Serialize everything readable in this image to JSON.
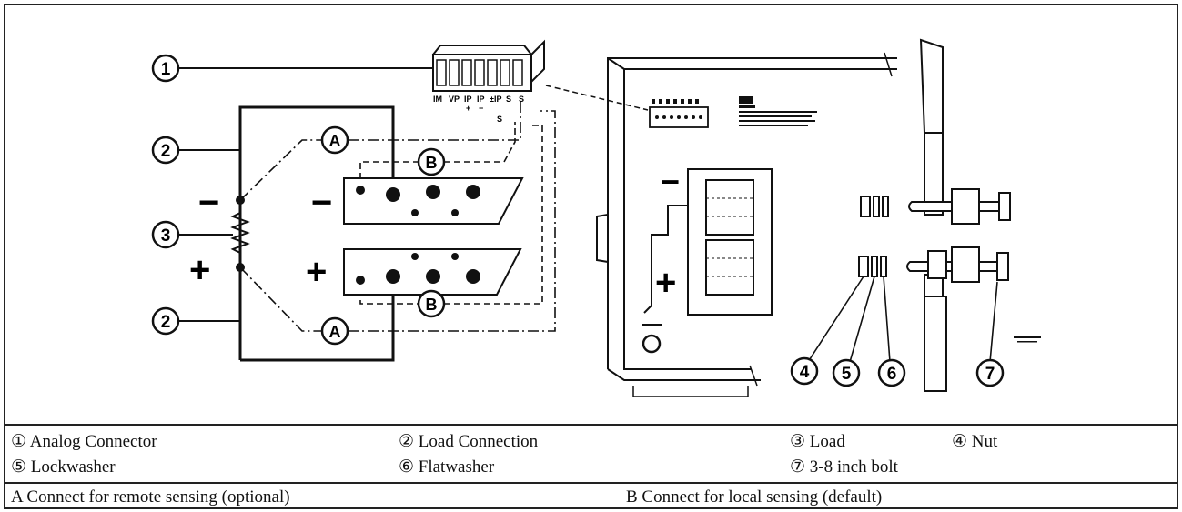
{
  "callouts": {
    "c1": "1",
    "c2a": "2",
    "c2b": "2",
    "c3": "3",
    "c4": "4",
    "c5": "5",
    "c6": "6",
    "c7": "7"
  },
  "sense": {
    "a_top": "A",
    "a_bottom": "A",
    "b_top": "B",
    "b_bottom": "B"
  },
  "polarity": {
    "load_minus": "−",
    "load_plus": "+",
    "term_minus": "−",
    "term_plus": "+",
    "panel_minus": "−",
    "panel_plus": "+"
  },
  "connector_pins": [
    "IM",
    "VP",
    "IP",
    "IP",
    "±IP",
    "S",
    "S"
  ],
  "connector_sub": [
    "+",
    "−"
  ],
  "connector_s": "S",
  "legend": {
    "row1": [
      "① Analog Connector",
      "② Load Connection",
      "③ Load",
      "④ Nut"
    ],
    "row2": [
      "⑤ Lockwasher",
      "⑥ Flatwasher",
      "⑦ 3-8 inch bolt"
    ],
    "row3": [
      "A  Connect for remote sensing (optional)",
      "B  Connect for local sensing (default)"
    ]
  }
}
